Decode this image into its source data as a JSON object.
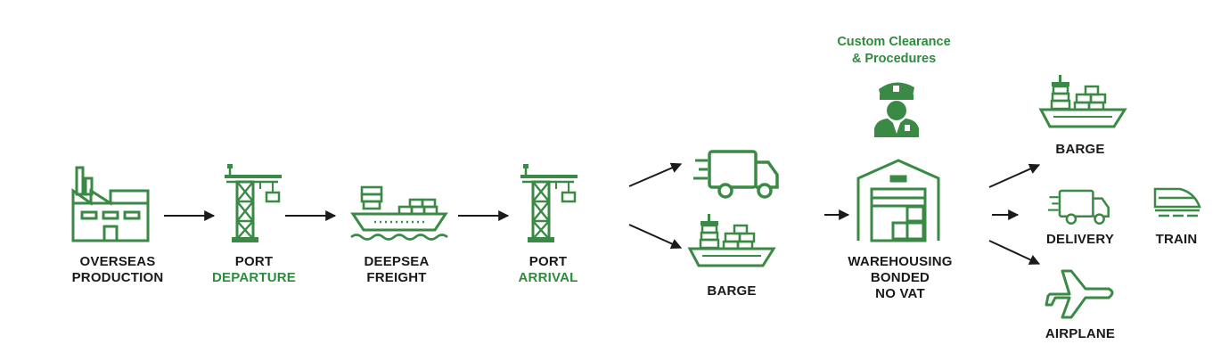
{
  "colors": {
    "accent": "#2e8b3d",
    "icon": "#3a8a45",
    "text": "#1a1a1a",
    "arrow": "#1a1a1a"
  },
  "stages": {
    "overseas": {
      "icon": "factory-icon",
      "line1": "OVERSEAS",
      "line2": "PRODUCTION"
    },
    "port_departure": {
      "icon": "port-crane-icon",
      "line1": "PORT",
      "line2": "DEPARTURE"
    },
    "deepsea": {
      "icon": "cargo-ship-icon",
      "line1": "DEEPSEA",
      "line2": "FREIGHT"
    },
    "port_arrival": {
      "icon": "port-crane-icon",
      "line1": "PORT",
      "line2": "ARRIVAL"
    },
    "truck": {
      "icon": "delivery-truck-icon"
    },
    "barge": {
      "icon": "barge-icon",
      "label": "BARGE"
    },
    "warehouse": {
      "icon": "warehouse-icon",
      "line1": "WAREHOUSING",
      "line2": "BONDED",
      "line3": "NO VAT"
    },
    "customs": {
      "icon": "customs-officer-icon",
      "line1": "Custom Clearance",
      "line2": "& Procedures"
    },
    "out_barge": {
      "icon": "barge-icon",
      "label": "BARGE"
    },
    "out_delivery": {
      "icon": "delivery-truck-icon",
      "label": "DELIVERY"
    },
    "out_train": {
      "icon": "train-icon",
      "label": "TRAIN"
    },
    "out_airplane": {
      "icon": "airplane-icon",
      "label": "AIRPLANE"
    }
  }
}
